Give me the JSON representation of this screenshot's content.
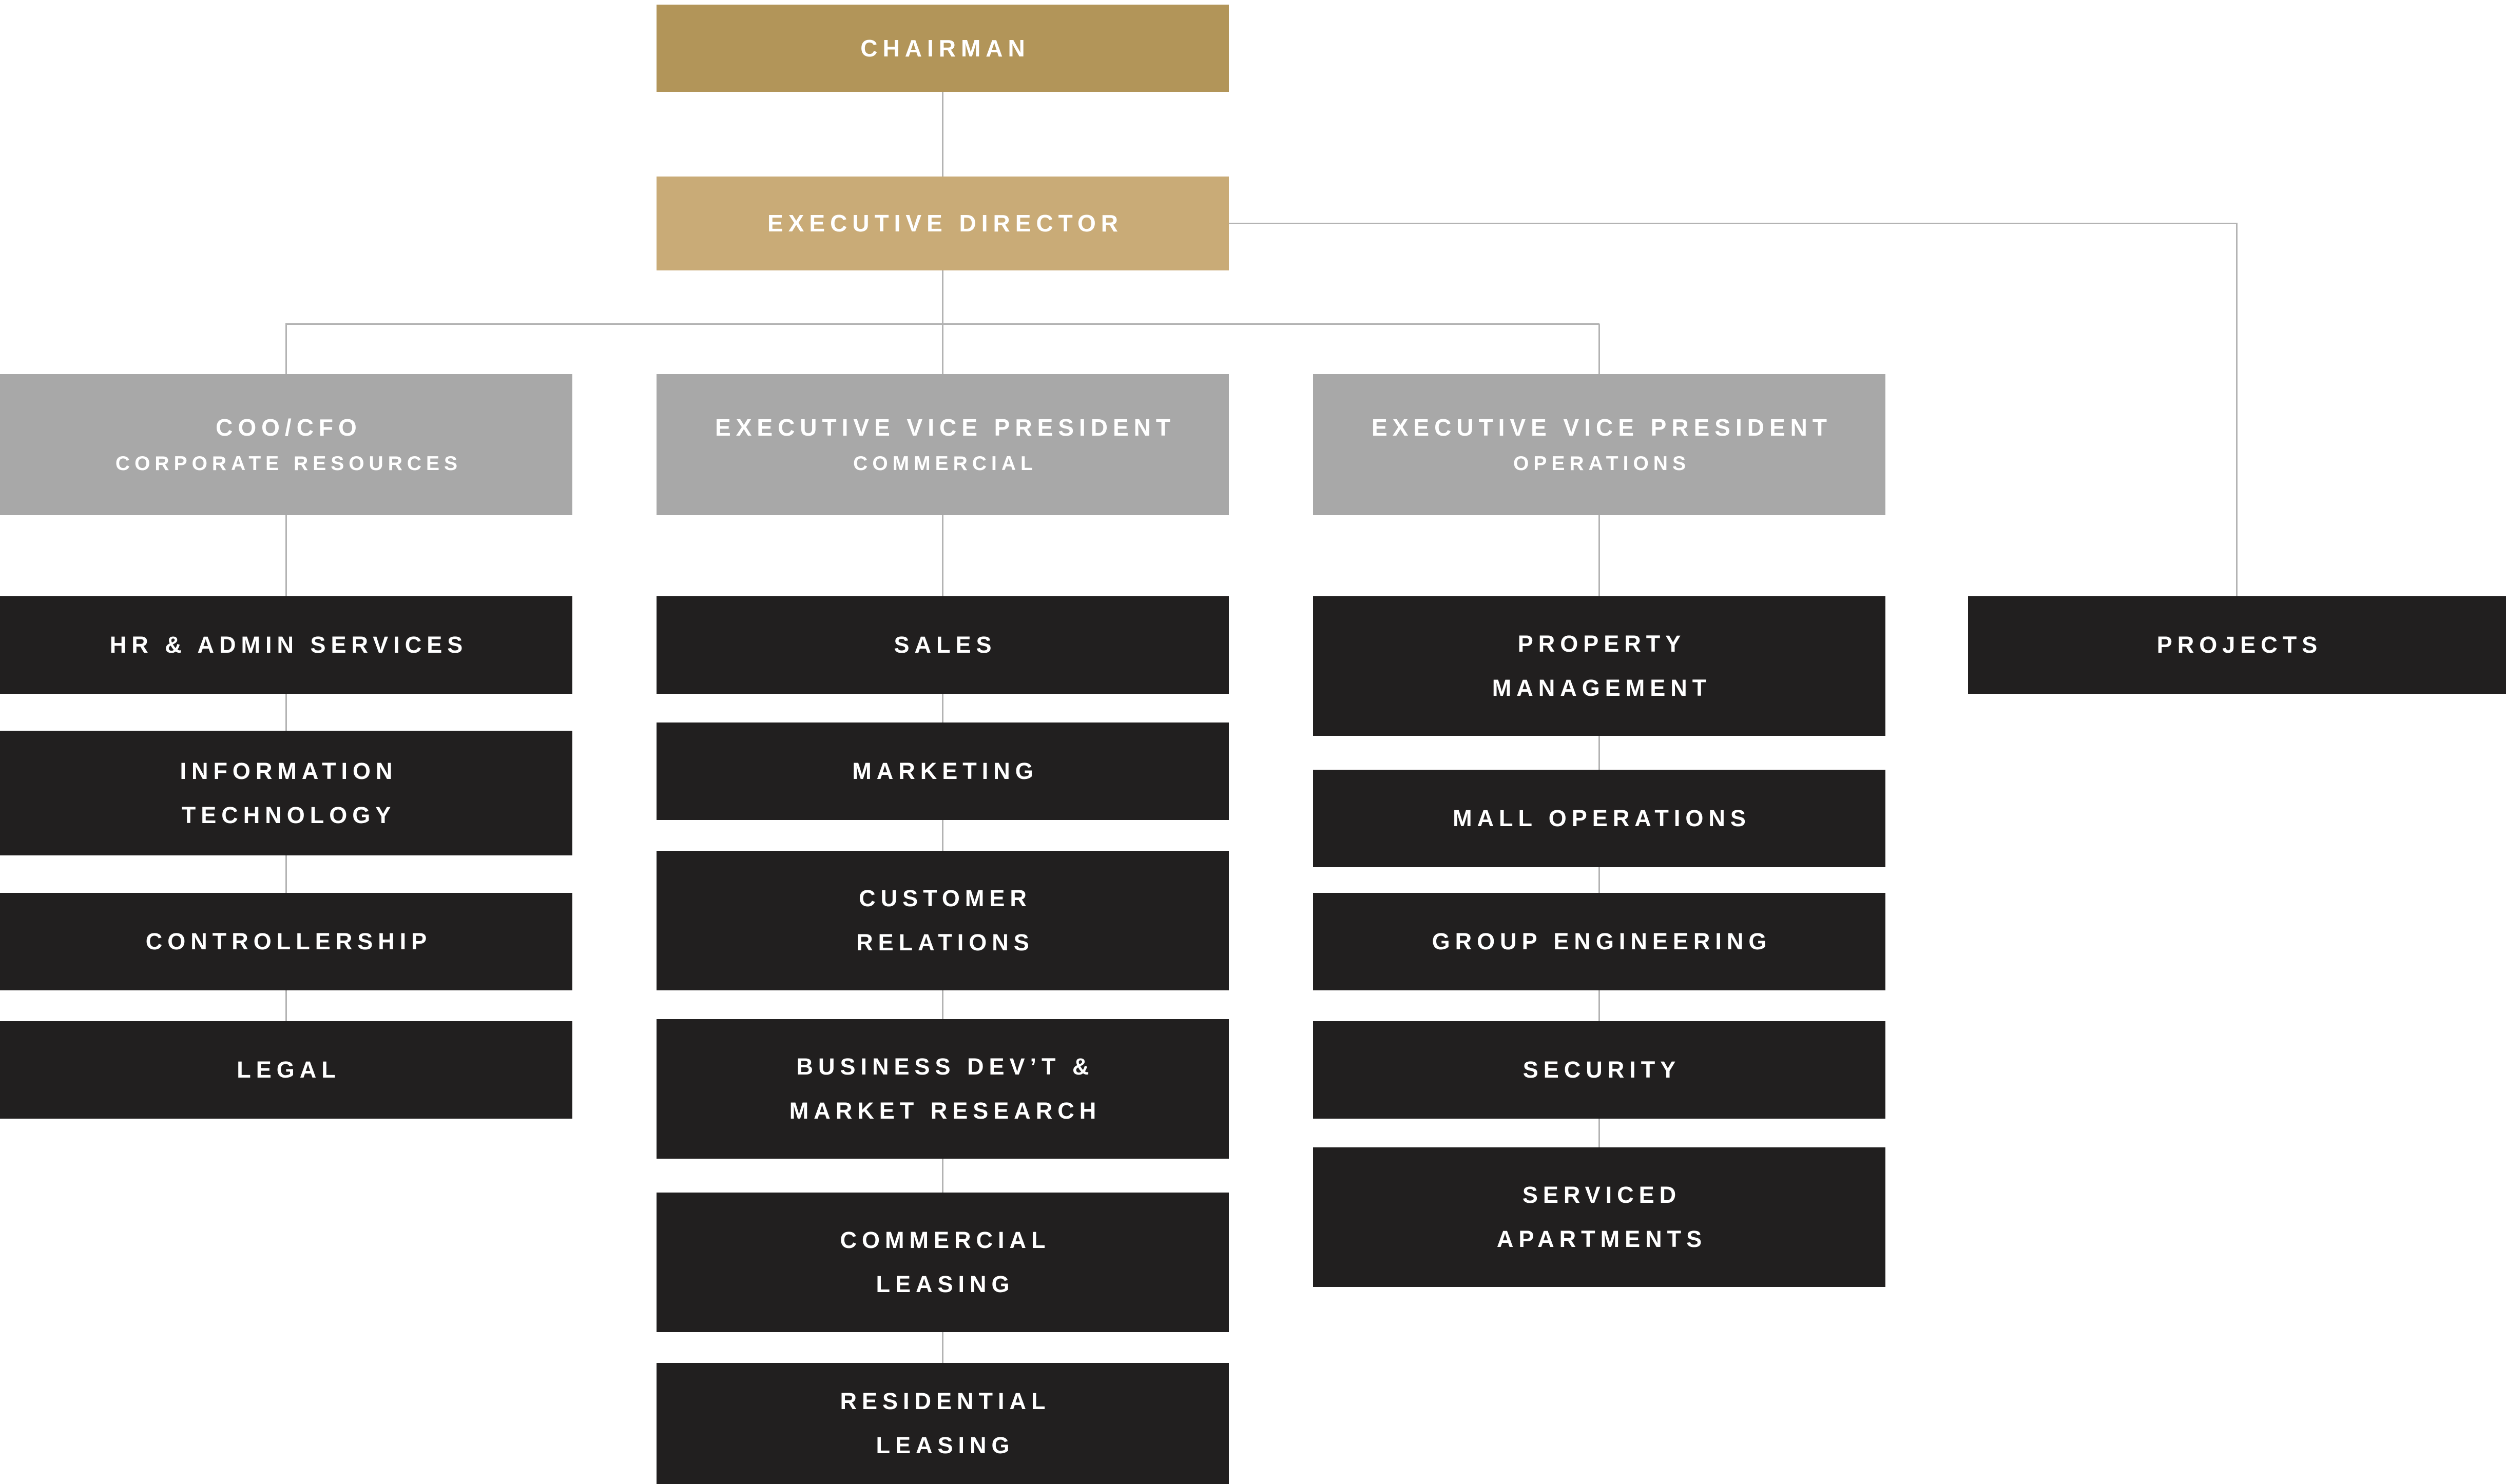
{
  "colors": {
    "background": "#ffffff",
    "chairman_bg": "#b29559",
    "executive_director_bg": "#c9ab77",
    "division_head_bg": "#a8a8a8",
    "department_bg": "#211f1f",
    "connector": "#b3b3b3",
    "text": "#ffffff"
  },
  "nodes": {
    "chairman": {
      "line1": "CHAIRMAN"
    },
    "executive_director": {
      "line1": "EXECUTIVE DIRECTOR"
    },
    "coo_cfo": {
      "line1": "COO/CFO",
      "line2": "CORPORATE RESOURCES"
    },
    "evp_commercial": {
      "line1": "EXECUTIVE VICE PRESIDENT",
      "line2": "COMMERCIAL"
    },
    "evp_operations": {
      "line1": "EXECUTIVE VICE PRESIDENT",
      "line2": "OPERATIONS"
    },
    "hr_admin_services": {
      "line1": "HR & ADMIN SERVICES"
    },
    "information_technology": {
      "line1": "INFORMATION",
      "line2": "TECHNOLOGY"
    },
    "controllership": {
      "line1": "CONTROLLERSHIP"
    },
    "legal": {
      "line1": "LEGAL"
    },
    "sales": {
      "line1": "SALES"
    },
    "marketing": {
      "line1": "MARKETING"
    },
    "customer_relations": {
      "line1": "CUSTOMER",
      "line2": "RELATIONS"
    },
    "business_devt_market_research": {
      "line1": "BUSINESS DEV’T &",
      "line2": "MARKET RESEARCH"
    },
    "commercial_leasing": {
      "line1": "COMMERCIAL",
      "line2": "LEASING"
    },
    "residential_leasing": {
      "line1": "RESIDENTIAL",
      "line2": "LEASING"
    },
    "property_management": {
      "line1": "PROPERTY",
      "line2": "MANAGEMENT"
    },
    "mall_operations": {
      "line1": "MALL OPERATIONS"
    },
    "group_engineering": {
      "line1": "GROUP ENGINEERING"
    },
    "security": {
      "line1": "SECURITY"
    },
    "serviced_apartments": {
      "line1": "SERVICED",
      "line2": "APARTMENTS"
    },
    "projects": {
      "line1": "PROJECTS"
    }
  }
}
